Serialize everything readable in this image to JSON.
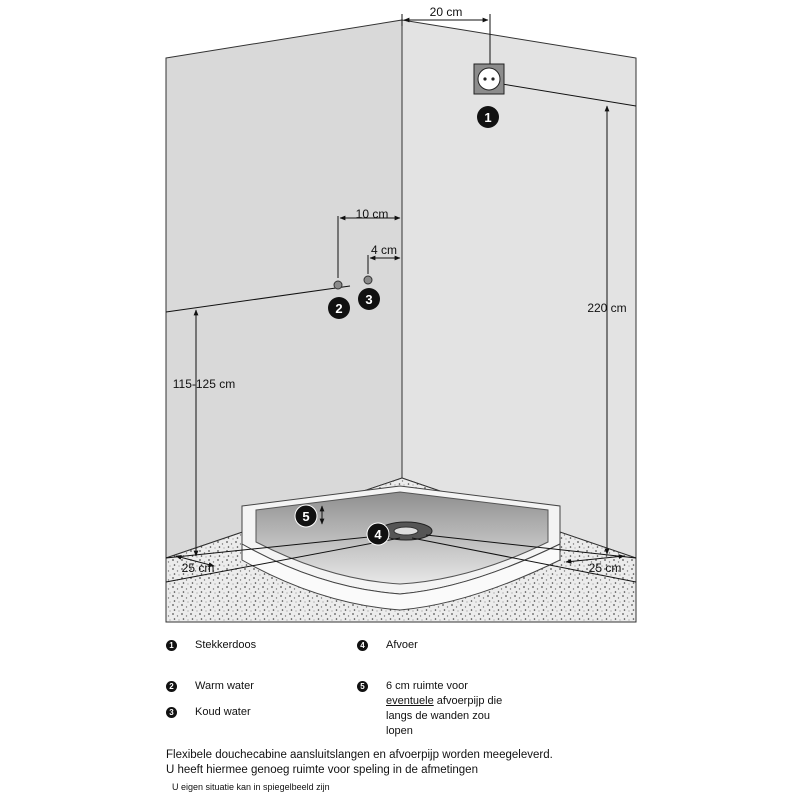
{
  "dimensions": {
    "socket_offset": "20 cm",
    "warm_offset": "10 cm",
    "cold_offset": "4 cm",
    "socket_height": "220 cm",
    "tap_height": "115-125 cm",
    "floor_left": "25 cm",
    "floor_right": "25 cm"
  },
  "markers": [
    "1",
    "2",
    "3",
    "4",
    "5"
  ],
  "legend": {
    "item1": "Stekkerdoos",
    "item2": "Warm water",
    "item3": "Koud water",
    "item4": "Afvoer",
    "item5_line1": "6 cm ruimte voor",
    "item5_underlined": "eventuele",
    "item5_line2_rest": " afvoerpijp die",
    "item5_line3": "langs de wanden zou",
    "item5_line4": "lopen"
  },
  "notes": {
    "line1": "Flexibele douchecabine aansluitslangen en afvoerpijp worden meegeleverd.",
    "line2": "U heeft hiermee genoeg ruimte voor speling in de afmetingen",
    "footnote": "U eigen situatie kan in spiegelbeeld zijn"
  },
  "colors": {
    "wall_left": "#d9d9d9",
    "wall_right": "#e3e3e3",
    "floor": "#e6e6e6",
    "ink": "#111111"
  }
}
